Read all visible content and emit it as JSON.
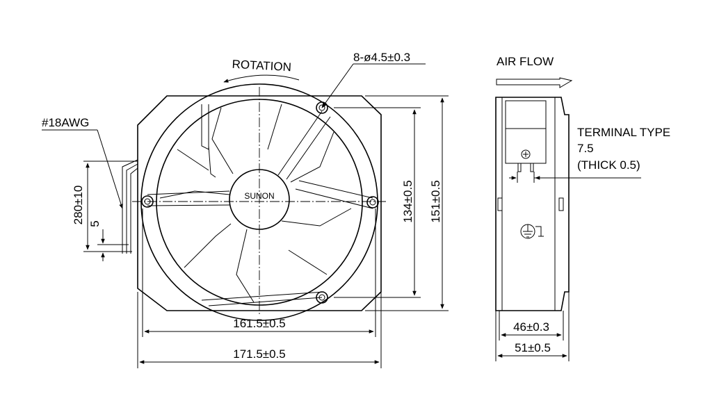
{
  "labels": {
    "rotation": "ROTATION",
    "holes": "8-ø4.5±0.3",
    "wire": "#18AWG",
    "wire_length": "280±10",
    "strip": "5",
    "brand": "SUNON",
    "air_flow": "AIR FLOW",
    "terminal_type": "TERMINAL TYPE",
    "terminal_size": "7.5",
    "terminal_thick": "(THICK 0.5)"
  },
  "dimensions": {
    "inner_width": "161.5±0.5",
    "outer_width": "171.5±0.5",
    "inner_height": "134±0.5",
    "outer_height": "151±0.5",
    "depth_inner": "46±0.3",
    "depth_outer": "51±0.5"
  }
}
